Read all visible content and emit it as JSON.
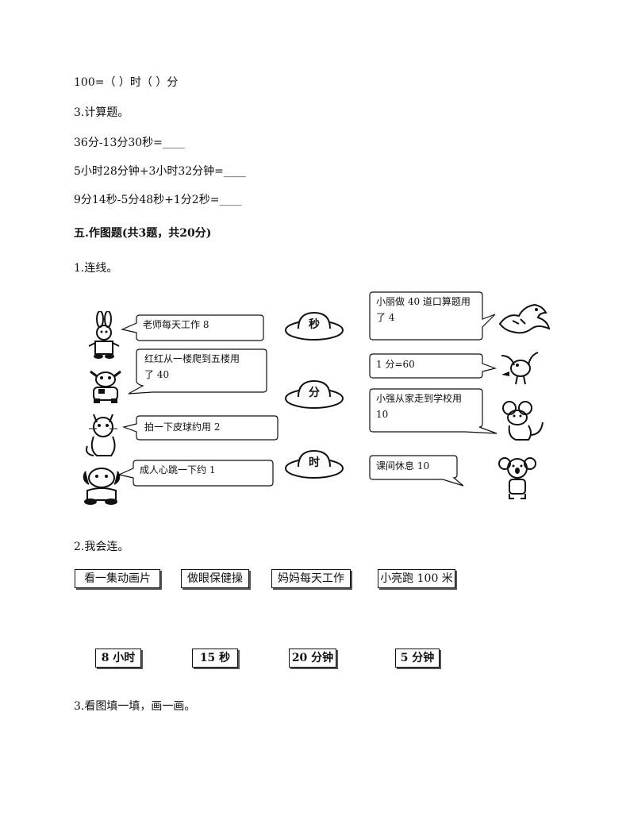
{
  "lines": {
    "l1": "100=（    ）时（    ）分",
    "l2": "3.计算题。",
    "l3": "36分-13分30秒=____",
    "l4": "5小时28分钟+3小时32分钟=____",
    "l5": "9分14秒-5分48秒+1分2秒=____",
    "heading": "五.作图题(共3题，共20分)",
    "q1": "1.连线。",
    "q2": "2.我会连。",
    "q3": "3.看图填一填，画一画。"
  },
  "left_bubbles": [
    "老师每天工作 8",
    "红红从一楼爬到五楼用\n了 40",
    "拍一下皮球约用 2",
    "成人心跳一下约 1"
  ],
  "hats": [
    "秒",
    "分",
    "时"
  ],
  "right_bubbles": [
    "小丽做 40 道口算题用\n了 4",
    "1 分=60",
    "小强从家走到学校用\n10",
    "课间休息 10"
  ],
  "activities": [
    "看一集动画片",
    "做眼保健操",
    "妈妈每天工作",
    "小亮跑 100 米"
  ],
  "durations": [
    "8 小时",
    "15 秒",
    "20 分钟",
    "5 分钟"
  ]
}
